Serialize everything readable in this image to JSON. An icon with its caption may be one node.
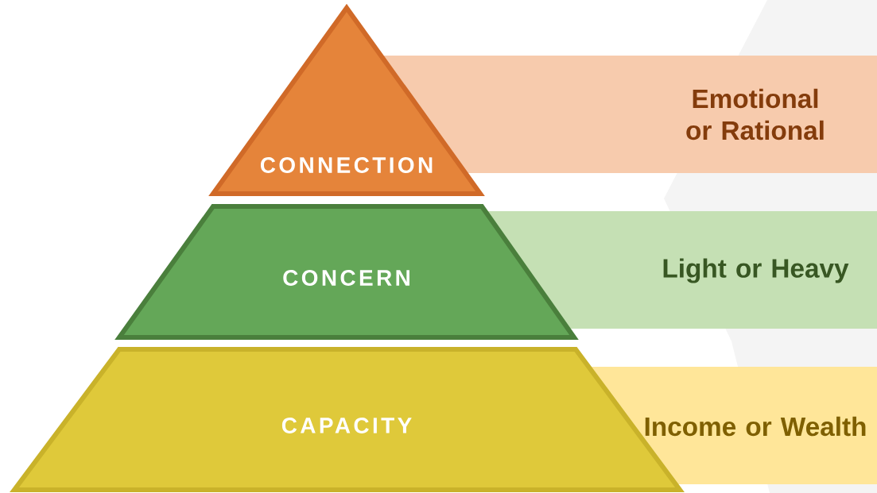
{
  "diagram": {
    "nodes": [
      {
        "text": [
          "CONNECTION"
        ]
      },
      {
        "text": [
          "Emotional or Rational"
        ]
      },
      {
        "text": [
          "CONCERN"
        ]
      },
      {
        "text": [
          "Light or Heavy"
        ]
      },
      {
        "text": [
          "CAPACITY"
        ]
      },
      {
        "text": [
          "Income or Wealth"
        ]
      }
    ]
  }
}
